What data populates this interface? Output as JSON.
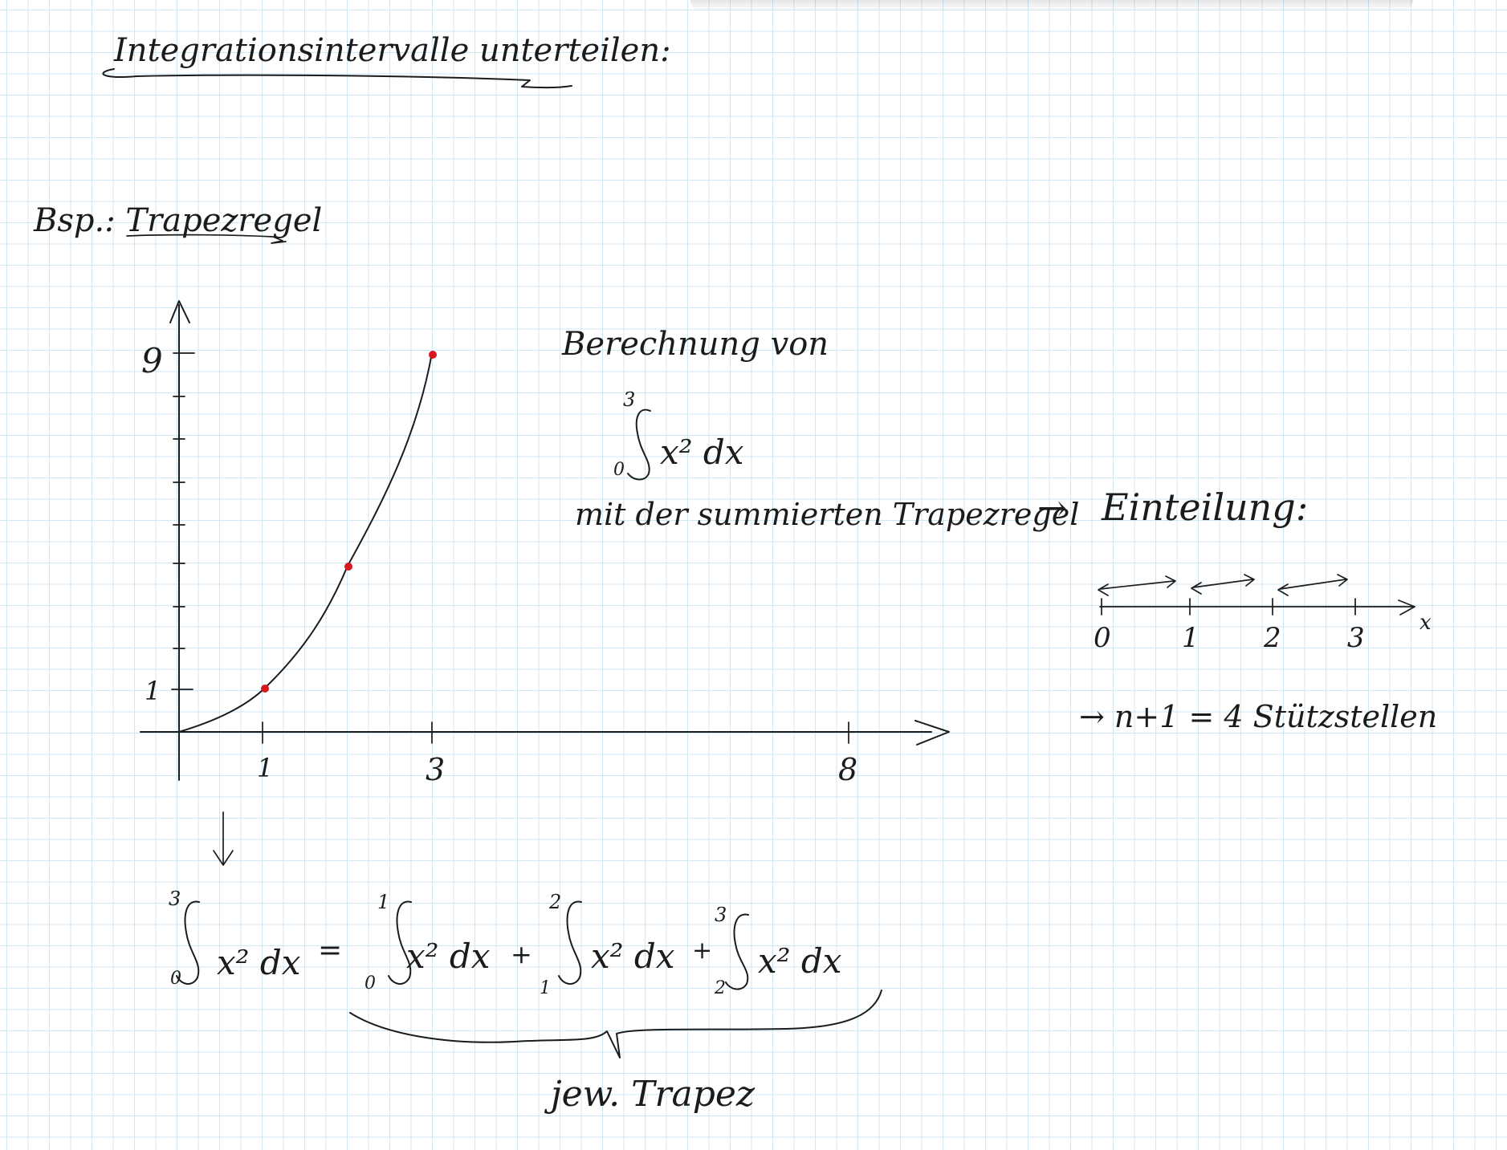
{
  "heading": "Integrationsintervalle unterteilen:",
  "example_label": "Bsp.: Trapezregel",
  "graph": {
    "y_tick_9": "9",
    "y_tick_1": "1",
    "x_tick_1": "1",
    "x_tick_3": "3",
    "x_tick_8": "8"
  },
  "calc": {
    "line1": "Berechnung von",
    "integral": {
      "upper": "3",
      "lower": "0",
      "body": "x² dx"
    },
    "line3": "mit der summierten Trapezregel",
    "arrow": "→",
    "division_label": "Einteilung:"
  },
  "numberline": {
    "ticks": [
      "0",
      "1",
      "2",
      "3"
    ],
    "axis_label": "x"
  },
  "support_points": "→ n+1 = 4 Stützstellen",
  "equation": {
    "lhs": {
      "upper": "3",
      "lower": "0",
      "body": "x² dx"
    },
    "equals": "=",
    "terms": [
      {
        "upper": "1",
        "lower": "0",
        "body": "x² dx"
      },
      {
        "upper": "2",
        "lower": "1",
        "body": "x² dx"
      },
      {
        "upper": "3",
        "lower": "2",
        "body": "x² dx"
      }
    ],
    "plus": "+",
    "brace_label": "jew. Trapez"
  },
  "colors": {
    "ink": "#1b1b1b",
    "point": "#d7191f",
    "grid": "#cfe6f3"
  }
}
